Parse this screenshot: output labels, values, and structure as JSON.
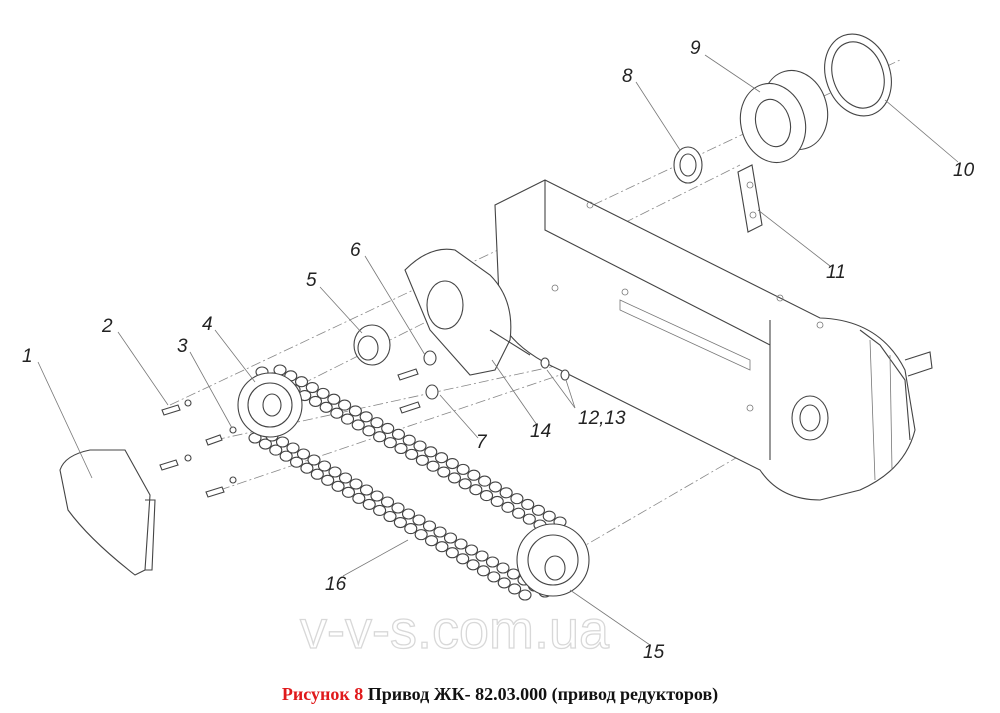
{
  "caption": {
    "figure_label": "Рисунок 8",
    "title": "Привод ЖК- 82.03.000 (привод редукторов)"
  },
  "watermark": "v-v-s.com.ua",
  "part_labels": [
    "1",
    "2",
    "3",
    "4",
    "5",
    "6",
    "7",
    "8",
    "9",
    "10",
    "11",
    "12,13",
    "14",
    "15",
    "16"
  ],
  "colors": {
    "caption_label": "#e0191b",
    "lines": "#444444"
  }
}
